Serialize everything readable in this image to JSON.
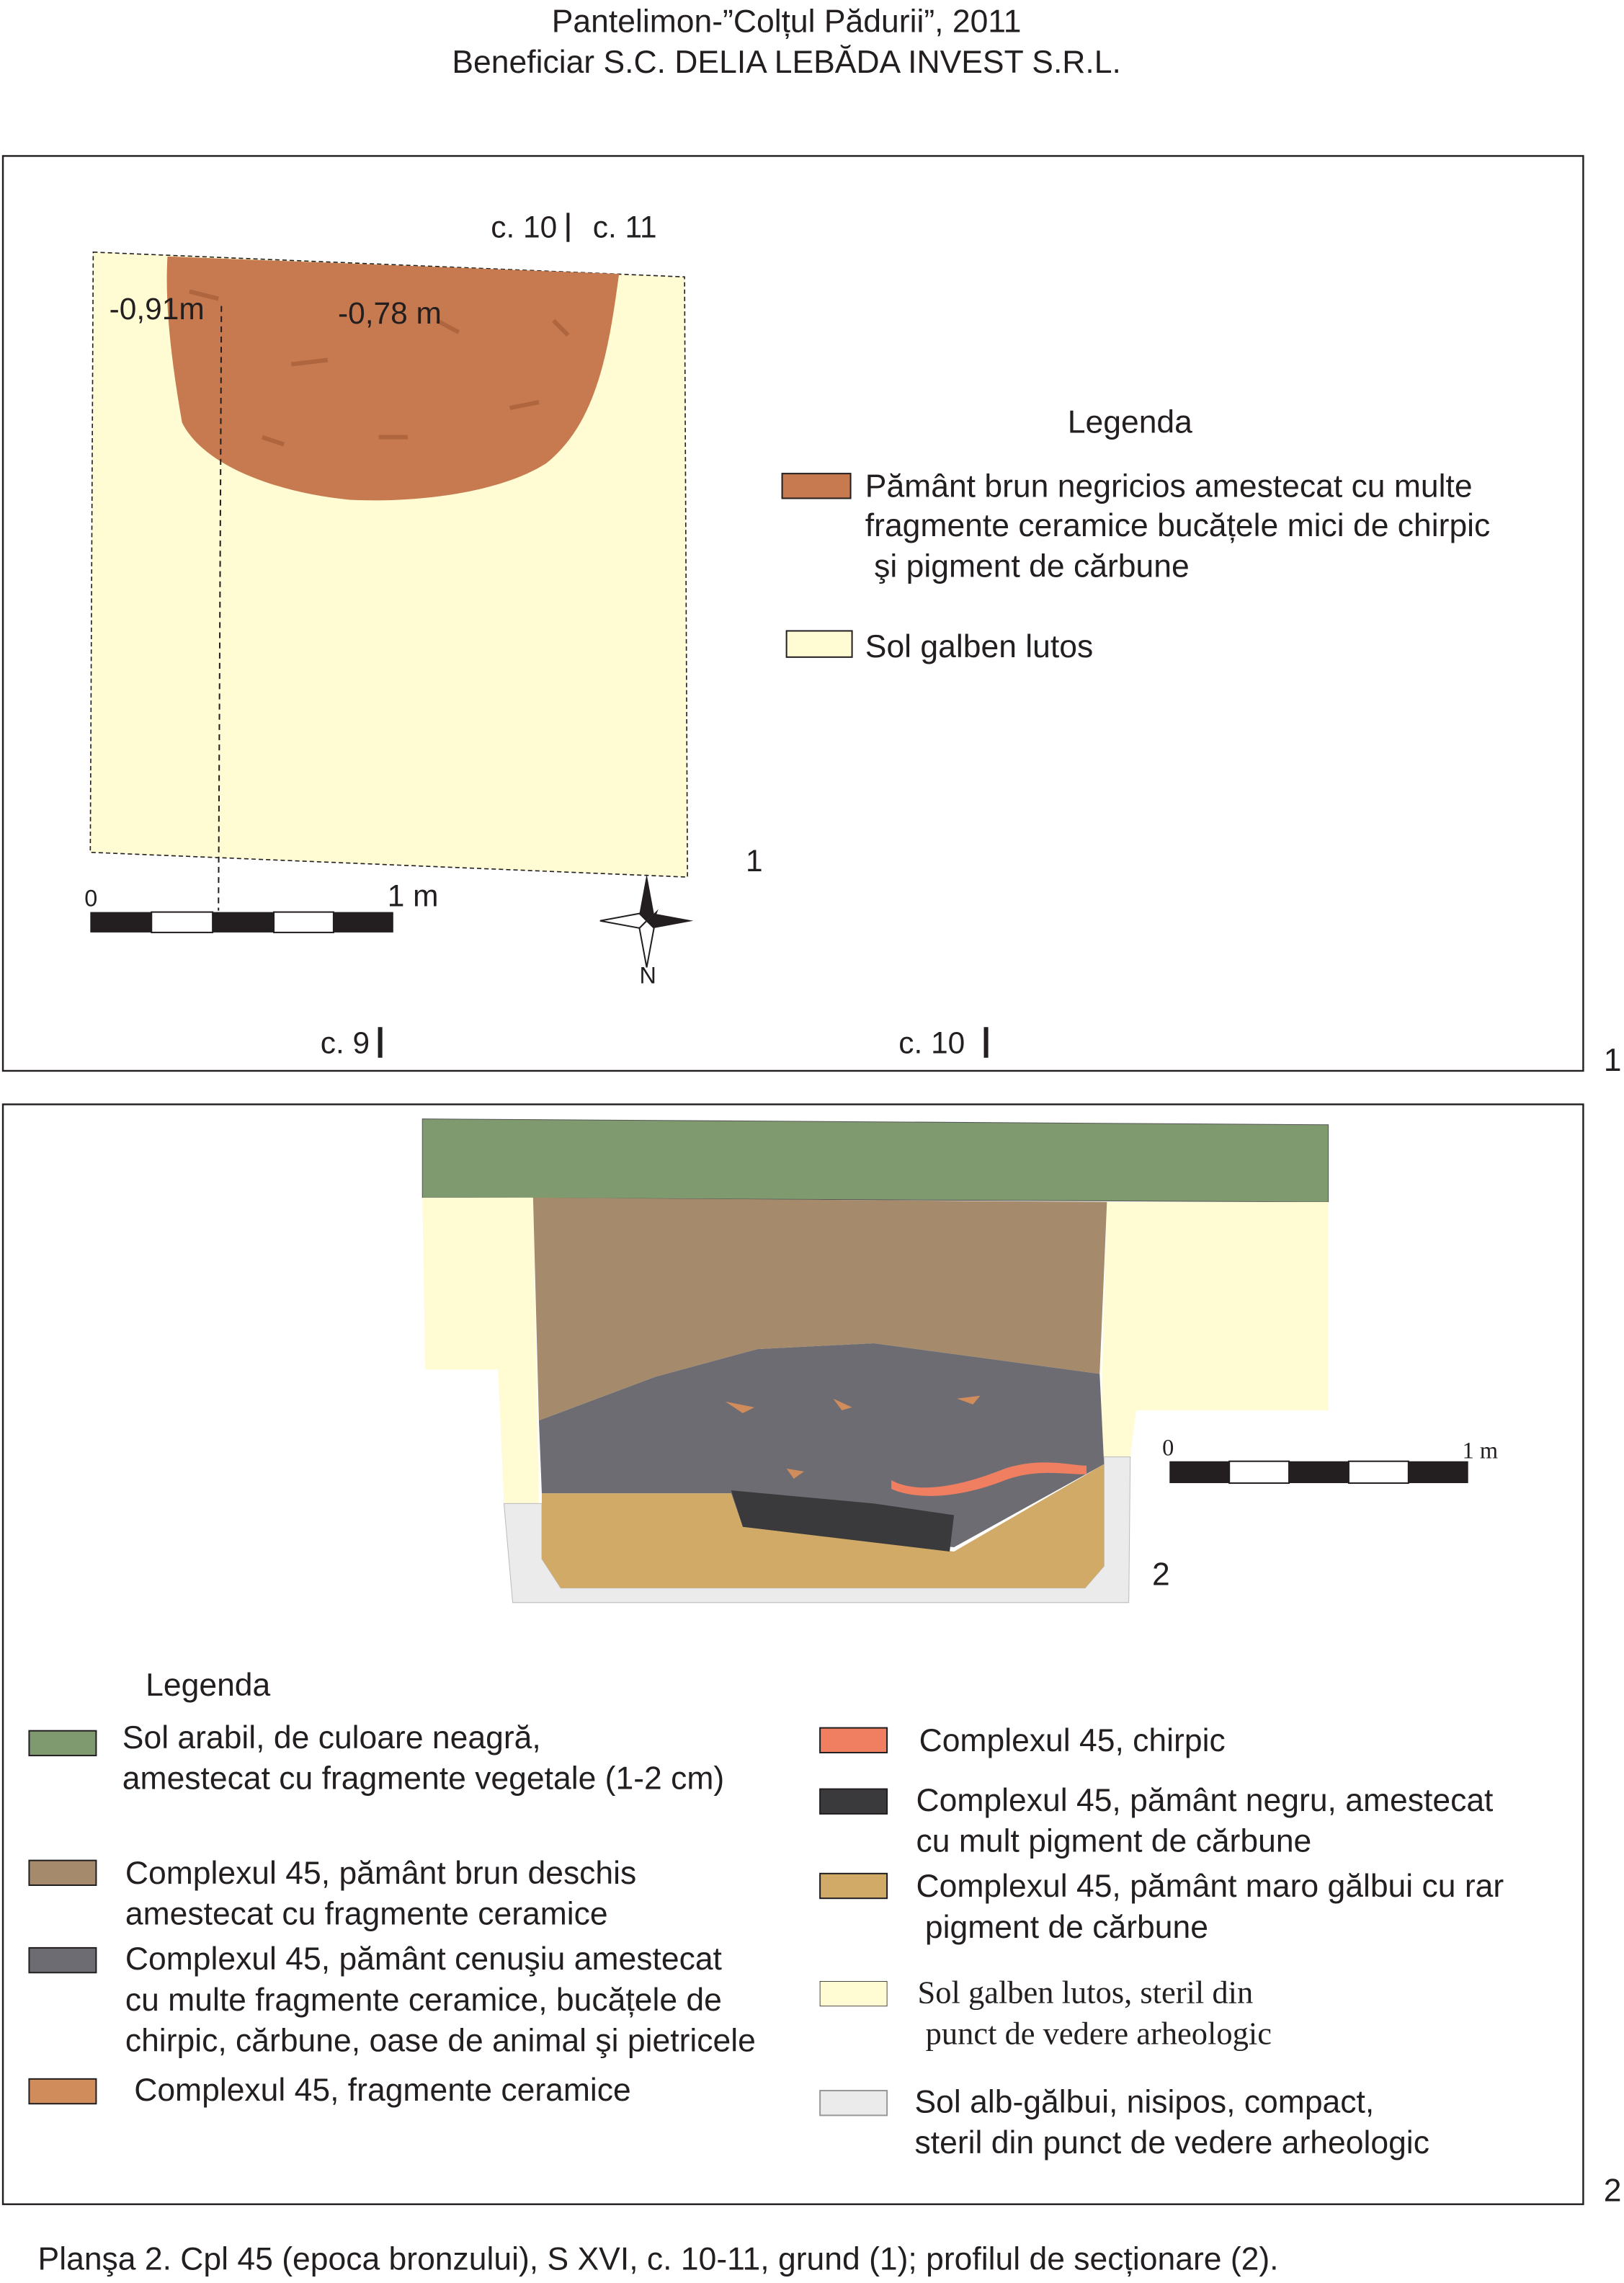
{
  "header": {
    "line1": "Pantelimon-”Colțul Pădurii”, 2011",
    "line2": "Beneficiar S.C. DELIA LEBĂDA INVEST S.R.L."
  },
  "panel1": {
    "number": "1",
    "figure_number": "1",
    "section_labels": {
      "top_left": "c. 10",
      "top_right": "c. 11",
      "bottom_left": "c. 9",
      "bottom_right": "c. 10"
    },
    "depths": [
      "-0,91m",
      "-0,78 m"
    ],
    "scale": {
      "start": "0",
      "end": "1 m"
    },
    "north": "N",
    "legend": {
      "title": "Legenda",
      "items": [
        {
          "color": "#c77a4f",
          "lines": [
            "Pământ brun negricios amestecat cu multe",
            "fragmente ceramice bucățele mici de chirpic",
            " şi pigment de cărbune"
          ]
        },
        {
          "color": "#fffbd3",
          "lines": [
            "Sol galben lutos"
          ]
        }
      ]
    }
  },
  "panel2": {
    "number": "2",
    "figure_number": "2",
    "scale": {
      "start": "0",
      "end": "1 m"
    },
    "legend": {
      "title": "Legenda",
      "left": [
        {
          "color": "#7f9a6e",
          "lines": [
            "Sol arabil, de culoare neagră,",
            "amestecat cu fragmente vegetale (1-2 cm)"
          ]
        },
        {
          "color": "#a68a6c",
          "lines": [
            "Complexul 45, pământ brun deschis",
            "amestecat cu fragmente ceramice"
          ]
        },
        {
          "color": "#6d6c72",
          "lines": [
            "Complexul 45, pământ cenuşiu amestecat",
            "cu multe fragmente ceramice, bucățele de",
            "chirpic, cărbune, oase de animal şi pietricele"
          ]
        },
        {
          "color": "#d18c5c",
          "lines": [
            " Complexul 45, fragmente ceramice"
          ]
        }
      ],
      "right": [
        {
          "color": "#f07f62",
          "lines": [
            "Complexul 45, chirpic"
          ]
        },
        {
          "color": "#3a3a3c",
          "lines": [
            "Complexul 45, pământ negru, amestecat",
            "cu mult pigment de cărbune"
          ]
        },
        {
          "color": "#d0aa66",
          "lines": [
            "Complexul 45, pământ maro gălbui cu rar",
            " pigment de cărbune"
          ]
        },
        {
          "color": "#fffbd3",
          "lines": [
            "Sol galben lutos, steril din",
            " punct de vedere arheologic"
          ]
        },
        {
          "color": "#ebebeb",
          "lines": [
            "Sol alb-gălbui, nisipos, compact,",
            "steril din punct de vedere arheologic"
          ]
        }
      ]
    }
  },
  "caption": "Planşa 2. Cpl 45 (epoca bronzului), S XVI, c. 10-11, grund (1); profilul de secționare (2)."
}
